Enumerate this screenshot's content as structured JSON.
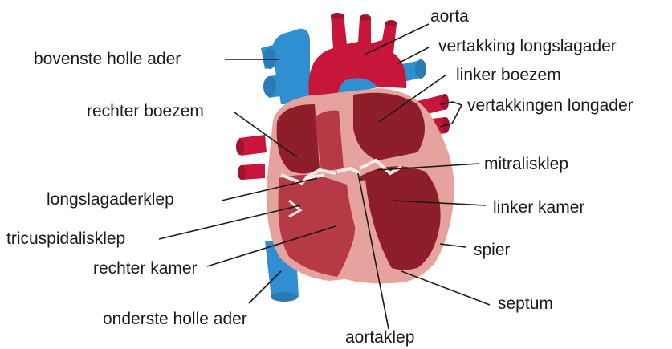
{
  "colors": {
    "vein_blue": "#2f8fd0",
    "artery_red": "#c8163a",
    "chamber_dark": "#8e1f2a",
    "chamber_mid": "#b53a45",
    "muscle_outer": "#e6a29c",
    "valve_white": "#f4ece6",
    "leader": "#1a1a1a"
  },
  "labels": {
    "aorta": "aorta",
    "vertakking_longslagader": "vertakking longslagader",
    "bovenste_holle_ader": "bovenste holle ader",
    "linker_boezem": "linker boezem",
    "rechter_boezem": "rechter boezem",
    "vertakkingen_longader": "vertakkingen longader",
    "mitralisklep": "mitralisklep",
    "longslagaderklep": "longslagaderklep",
    "linker_kamer": "linker kamer",
    "tricuspidalisklep": "tricuspidalisklep",
    "spier": "spier",
    "rechter_kamer": "rechter kamer",
    "septum": "septum",
    "onderste_holle_ader": "onderste holle ader",
    "aortaklep": "aortaklep"
  }
}
